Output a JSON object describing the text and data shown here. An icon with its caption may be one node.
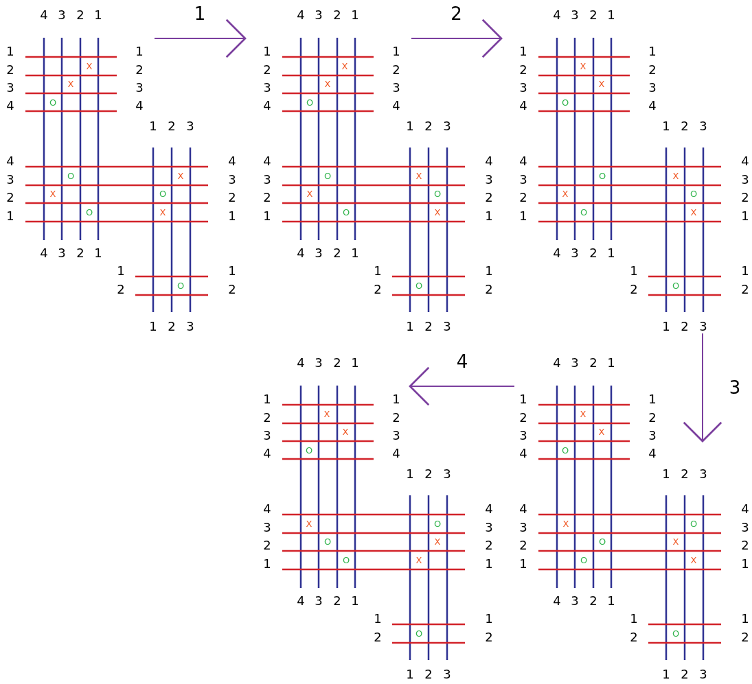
{
  "diagram": {
    "nodes": [
      {
        "text": [
          "4",
          "3",
          "2",
          "1",
          "1",
          "1",
          "2",
          "2",
          "3",
          "3",
          "4",
          "4",
          "X",
          "X",
          "O",
          "1",
          "2",
          "3",
          "4",
          "4",
          "3",
          "3",
          "2",
          "2",
          "1",
          "1",
          "O",
          "X",
          "X",
          "O",
          "O",
          "X",
          "4",
          "3",
          "2",
          "1",
          "1",
          "1",
          "O",
          "2",
          "2",
          "1",
          "2",
          "3"
        ]
      },
      {
        "text": [
          "4",
          "3",
          "2",
          "1",
          "1",
          "1",
          "2",
          "2",
          "3",
          "3",
          "4",
          "4",
          "X",
          "X",
          "O",
          "1",
          "2",
          "3",
          "4",
          "4",
          "3",
          "3",
          "2",
          "2",
          "1",
          "1",
          "O",
          "X",
          "X",
          "O",
          "O",
          "X",
          "4",
          "3",
          "2",
          "1",
          "1",
          "1",
          "O",
          "2",
          "2",
          "1",
          "2",
          "3"
        ]
      },
      {
        "text": [
          "4",
          "3",
          "2",
          "1",
          "1",
          "1",
          "2",
          "2",
          "3",
          "3",
          "4",
          "4",
          "X",
          "X",
          "O",
          "1",
          "2",
          "3",
          "4",
          "4",
          "3",
          "3",
          "2",
          "2",
          "1",
          "1",
          "O",
          "X",
          "X",
          "O",
          "O",
          "X",
          "4",
          "3",
          "2",
          "1",
          "1",
          "1",
          "O",
          "2",
          "2",
          "1",
          "2",
          "3"
        ]
      },
      {
        "text": [
          "4",
          "3",
          "2",
          "1",
          "1",
          "1",
          "2",
          "2",
          "3",
          "3",
          "4",
          "4",
          "X",
          "X",
          "O",
          "1",
          "2",
          "3",
          "4",
          "4",
          "3",
          "3",
          "2",
          "2",
          "1",
          "1",
          "X",
          "O",
          "O",
          "X",
          "O",
          "X",
          "4",
          "3",
          "2",
          "1",
          "1",
          "1",
          "O",
          "2",
          "2",
          "1",
          "2",
          "3"
        ]
      },
      {
        "text": [
          "4",
          "3",
          "2",
          "1",
          "1",
          "1",
          "2",
          "2",
          "3",
          "3",
          "4",
          "4",
          "X",
          "X",
          "O",
          "1",
          "2",
          "3",
          "4",
          "4",
          "3",
          "3",
          "2",
          "2",
          "1",
          "1",
          "X",
          "O",
          "O",
          "X",
          "O",
          "X",
          "4",
          "3",
          "2",
          "1",
          "1",
          "1",
          "O",
          "2",
          "2",
          "1",
          "2",
          "3"
        ]
      }
    ],
    "edges": [
      {
        "from": 0,
        "to": 1,
        "arrow": "to",
        "label": "1"
      },
      {
        "from": 1,
        "to": 2,
        "arrow": "to",
        "label": "2"
      },
      {
        "from": 2,
        "to": 4,
        "arrow": "to",
        "label": "3"
      },
      {
        "from": 4,
        "to": 3,
        "arrow": "to",
        "label": "4"
      }
    ]
  }
}
